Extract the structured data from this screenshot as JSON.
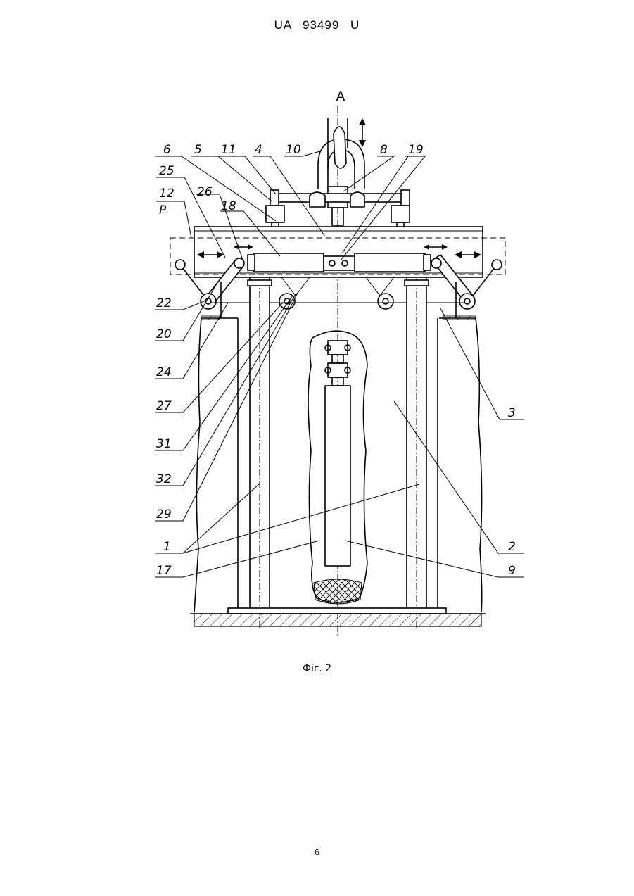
{
  "document": {
    "header": "UA 93499 U",
    "page_number": "6",
    "figure_caption": "Фіг. 2"
  },
  "figure": {
    "view_label": "A",
    "labels": {
      "l6": "6",
      "l5": "5",
      "l11": "11",
      "l4": "4",
      "l10": "10",
      "l8": "8",
      "l19": "19",
      "l25": "25",
      "l12": "12",
      "lP": "P",
      "l26": "26",
      "l18": "18",
      "l22": "22",
      "l20": "20",
      "l24": "24",
      "l27": "27",
      "l31": "31",
      "l32": "32",
      "l29": "29",
      "l1": "1",
      "l17": "17",
      "l3": "3",
      "l2": "2",
      "l9": "9"
    }
  }
}
